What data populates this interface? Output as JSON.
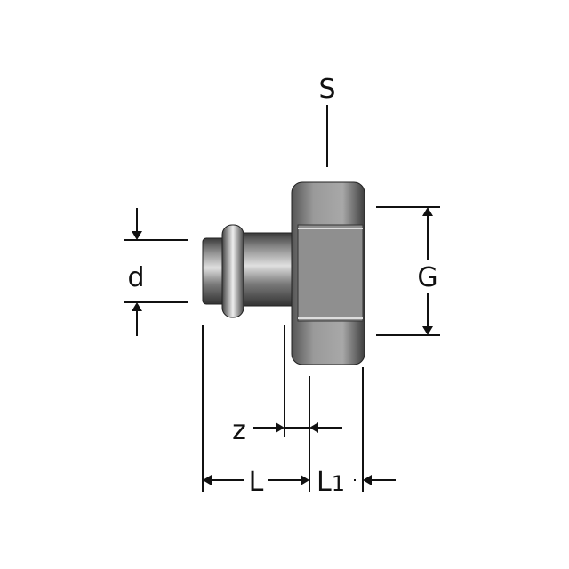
{
  "labels": {
    "s": "S",
    "d": "d",
    "g": "G",
    "z": "z",
    "l": "L",
    "l1_main": "L",
    "l1_sub": "1"
  },
  "colors": {
    "line": "#111111",
    "metal_dark": "#4a4a4a",
    "metal_light": "#d8d8d8"
  }
}
